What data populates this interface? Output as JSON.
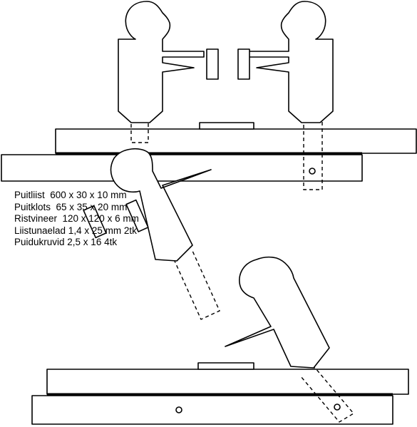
{
  "materials": [
    "Puitliist  600 x 30 x 10 mm",
    "Puitklots  65 x 35 x 20 mm",
    "Ristvineer  120 x 120 x 6 mm",
    "Liistunaelad 1,4 x 25 mm 2tk",
    "Puidukruvid 2,5 x 16 4tk"
  ]
}
